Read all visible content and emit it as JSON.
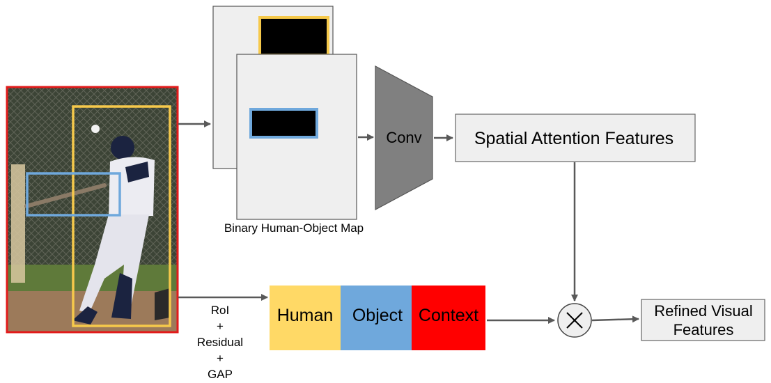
{
  "map_label": "Binary Human-Object Map",
  "conv_label": "Conv",
  "spatial_label": "Spatial Attention Features",
  "features": {
    "human": "Human",
    "object": "Object",
    "context": "Context"
  },
  "roi_note": [
    "RoI",
    "+",
    "Residual",
    "+",
    "GAP"
  ],
  "operator_symbol": "×",
  "output_label": [
    "Refined Visual",
    "Features"
  ],
  "colors": {
    "human": "#FFD966",
    "object": "#6FA8DC",
    "context": "#FF0000",
    "box_human": "#F6C94B",
    "box_object": "#6FA8DC",
    "frame": "#E21B1B",
    "conv": "#808080",
    "panel": "#EFEFEF",
    "arrow": "#595959"
  }
}
